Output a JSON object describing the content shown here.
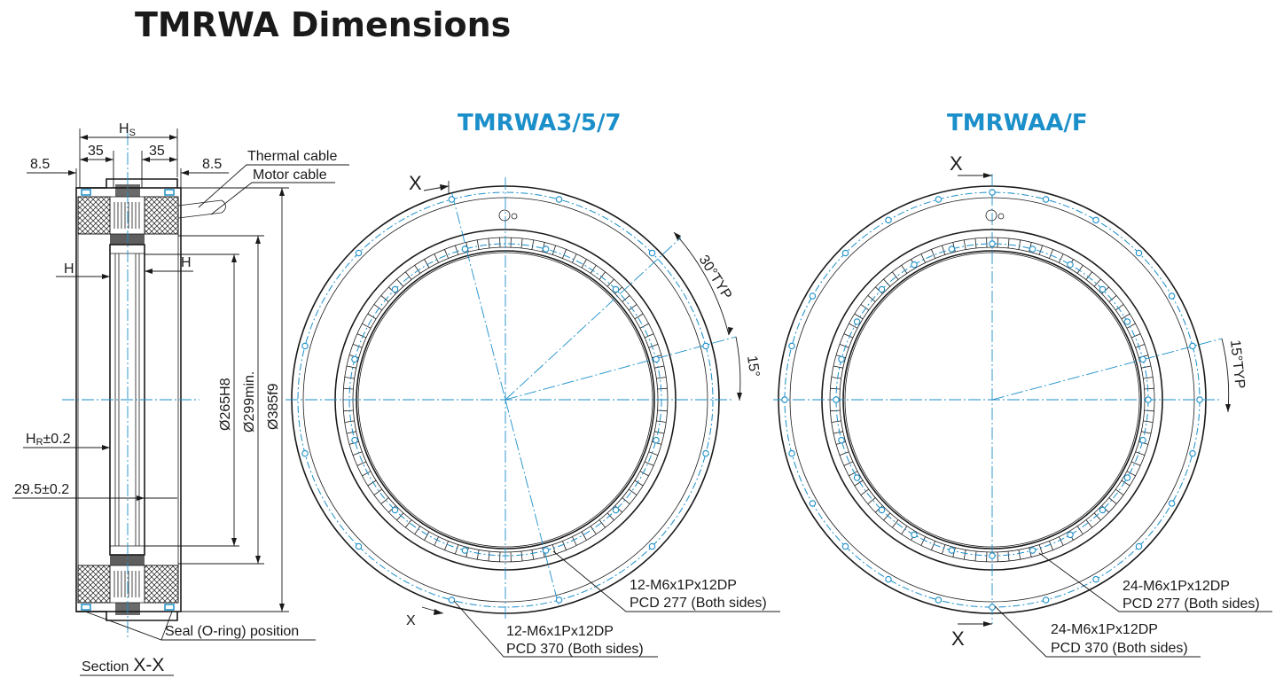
{
  "title": "TMRWA Dimensions",
  "brand_color": "#1b8fc9",
  "section_view": {
    "hs_label": "H",
    "hs_sub": "S",
    "dim_35_left": "35",
    "dim_35_right": "35",
    "dim_85_left": "8.5",
    "dim_85_right": "8.5",
    "thermal_cable": "Thermal cable",
    "motor_cable": "Motor cable",
    "h_left": "H",
    "h_right": "H",
    "hr_label": "H",
    "hr_sub": "R",
    "hr_tol": "±0.2",
    "dim_295": "29.5±0.2",
    "d265": "Ø265H8",
    "d299": "Ø299min.",
    "d385": "Ø385f9",
    "seal": "Seal (O-ring) position",
    "section_prefix": "Section",
    "section_id": "X-X"
  },
  "view_a": {
    "title": "TMRWA3/5/7",
    "x_top": "X",
    "x_bottom": "X",
    "angle_30": "30°TYP",
    "angle_15": "15°",
    "inner_holes_spec": "12-M6x1Px12DP",
    "inner_holes_pcd": "PCD 277 (Both sides)",
    "outer_holes_spec": "12-M6x1Px12DP",
    "outer_holes_pcd": "PCD 370 (Both sides)"
  },
  "view_b": {
    "title": "TMRWAA/F",
    "x_top": "X",
    "x_bottom": "X",
    "angle_15": "15°TYP",
    "inner_holes_spec": "24-M6x1Px12DP",
    "inner_holes_pcd": "PCD 277 (Both sides)",
    "outer_holes_spec": "24-M6x1Px12DP",
    "outer_holes_pcd": "PCD 370 (Both sides)"
  }
}
